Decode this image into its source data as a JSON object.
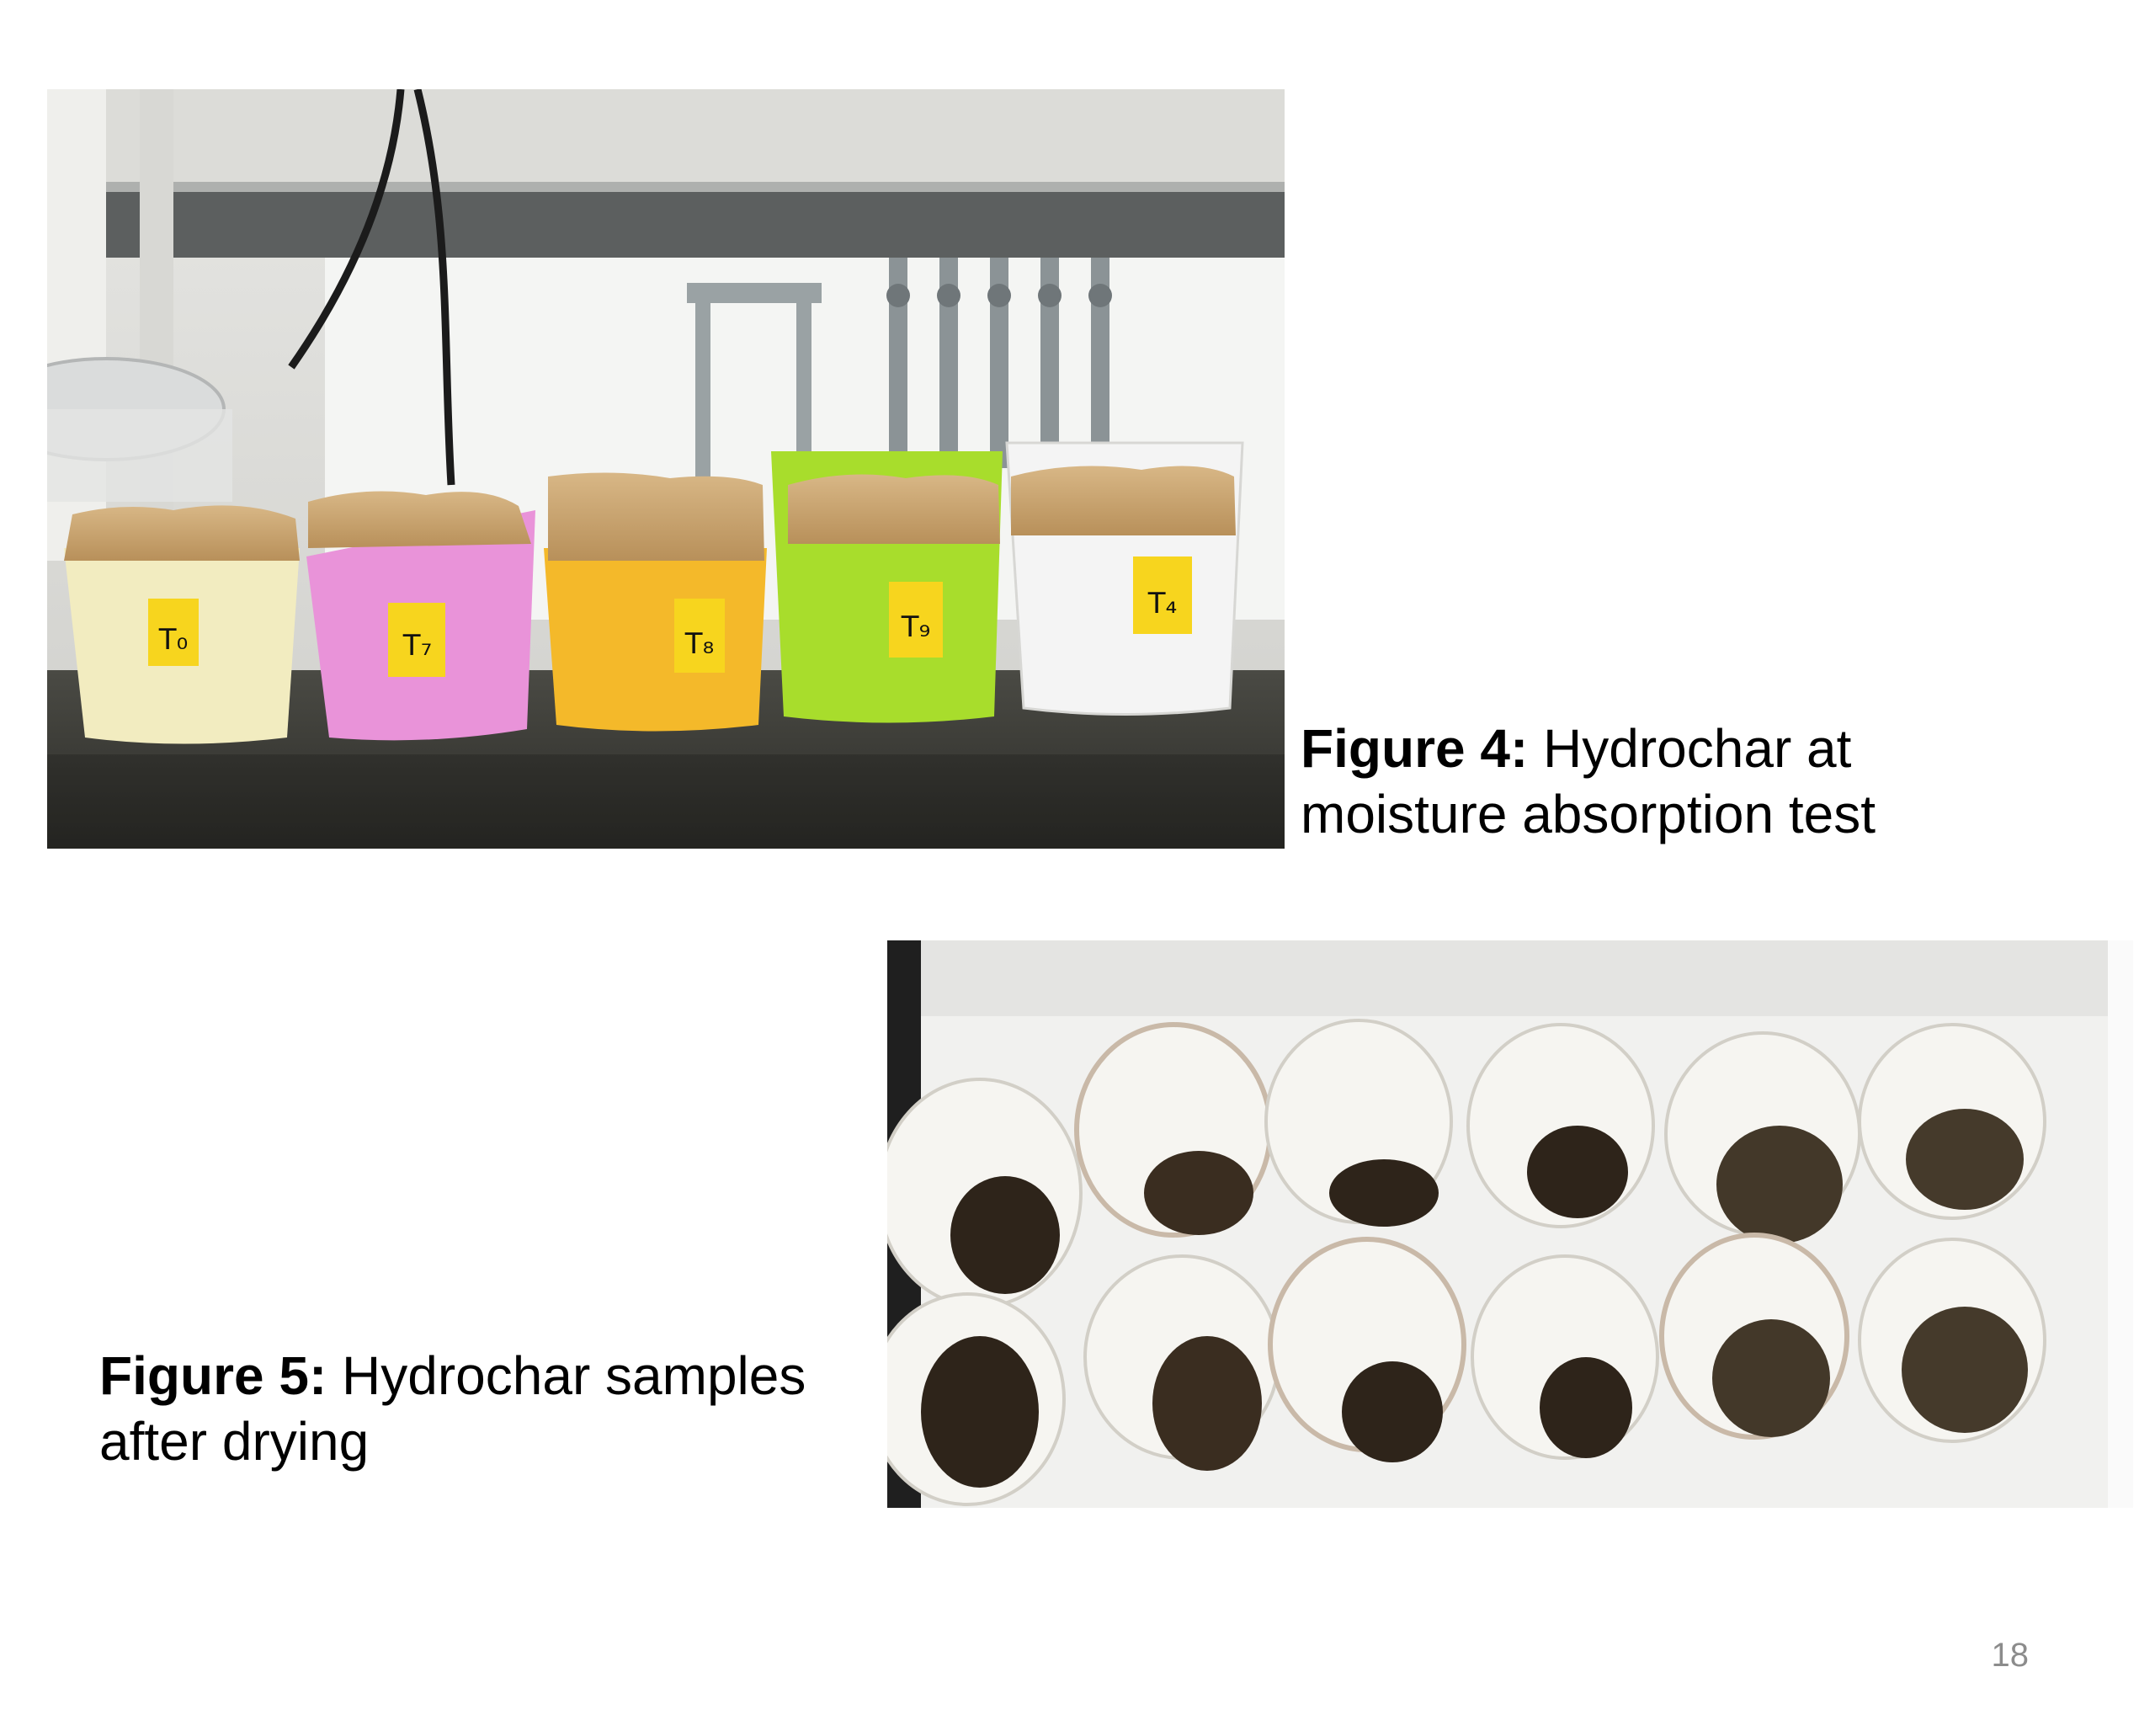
{
  "figure4": {
    "label": "Figure 4:",
    "caption_line1": " Hydrochar at",
    "caption_line2": "moisture absorption test",
    "container_labels": [
      "T₀",
      "T₇",
      "T₈",
      "T₉",
      "T₄"
    ],
    "container_colors": [
      "#f2ecc0",
      "#e993d9",
      "#f4b92a",
      "#a8dd2c",
      "#f4f4f4"
    ]
  },
  "figure5": {
    "label": "Figure 5:",
    "caption_line1": " Hydrochar samples",
    "caption_line2": "after drying"
  },
  "page_number": "18"
}
